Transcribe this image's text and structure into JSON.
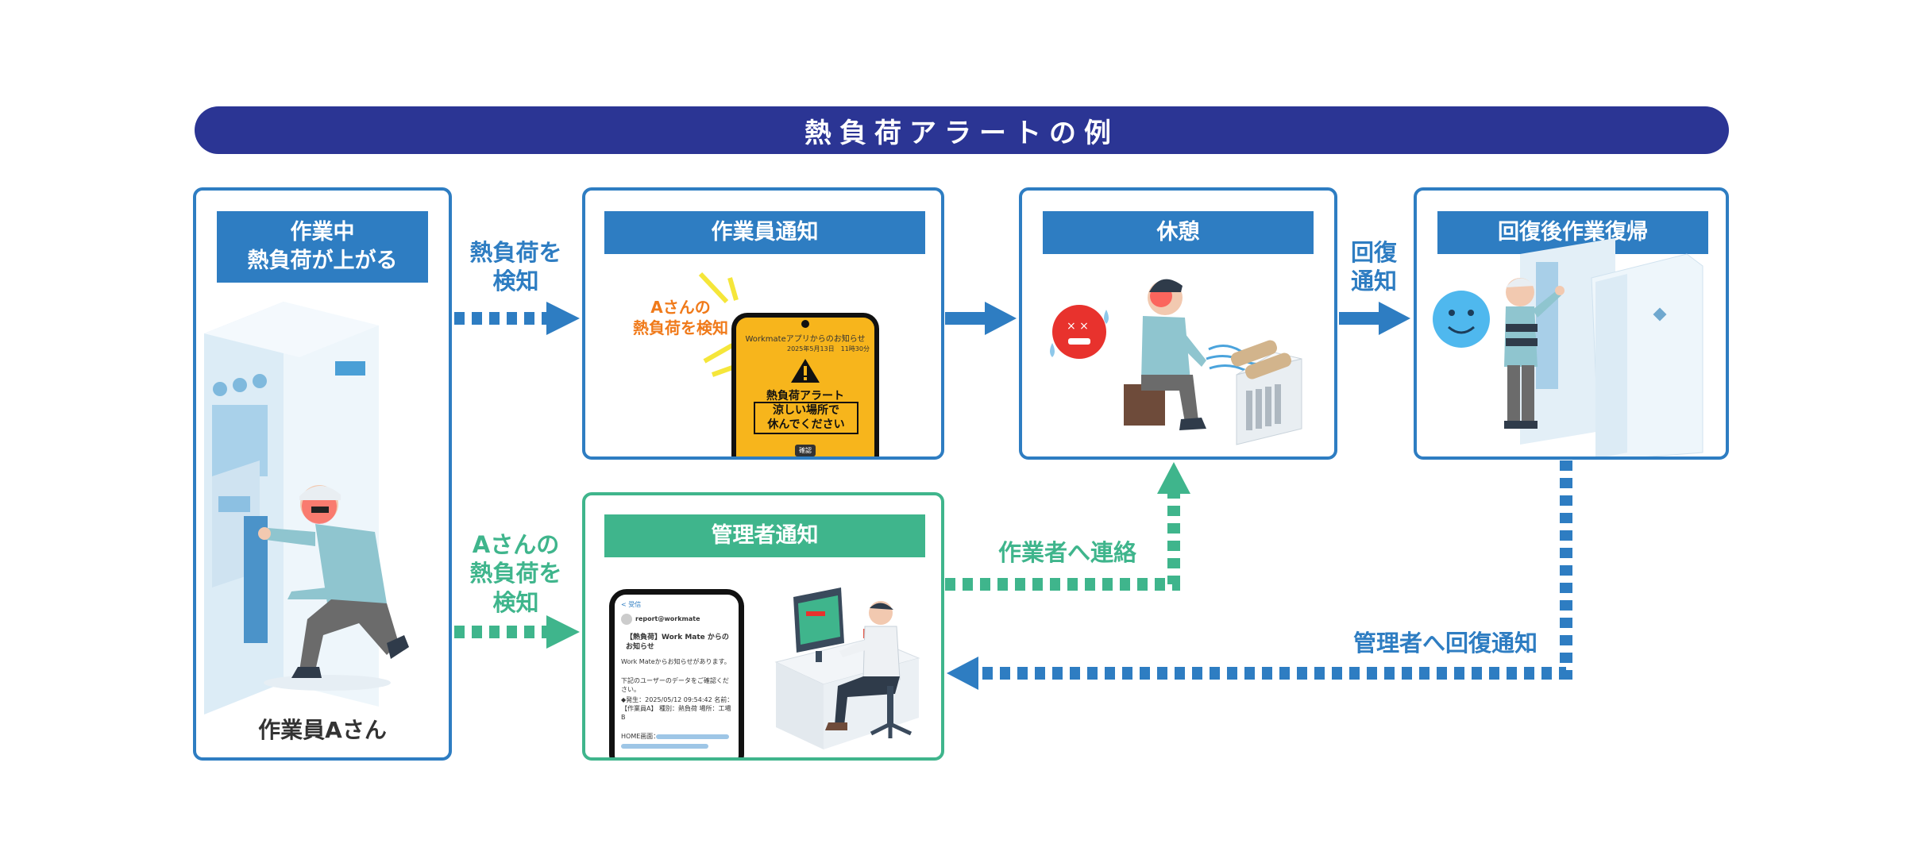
{
  "banner_title": "熱負荷アラートの例",
  "panels": {
    "worker": {
      "title_line1": "作業中",
      "title_line2": "熱負荷が上がる",
      "caption": "作業員Aさん"
    },
    "worker_notify": {
      "title": "作業員通知",
      "callout_line1": "Aさんの",
      "callout_line2": "熱負荷を検知",
      "phone": {
        "header": "Workmateアプリからのお知らせ",
        "timestamp": "2025年5月13日　11時30分",
        "alert_title": "熱負荷アラート",
        "msg_line1": "涼しい場所で",
        "msg_line2": "休んでください",
        "button": "確認"
      }
    },
    "rest": {
      "title": "休憩"
    },
    "recovery": {
      "title": "回復後作業復帰"
    },
    "manager_notify": {
      "title": "管理者通知",
      "email": {
        "back": "< 受信",
        "sender": "report@workmate",
        "subject_line1": "【熱負荷】Work Mate からの",
        "subject_line2": "お知らせ",
        "body1": "Work Mateからお知らせがあります。",
        "body2": "下記のユーザーのデータをご確認ください。",
        "detail": "◆発生：2025/05/12 09:54:42 名前：【作業員A】 種別：熱負荷 場所：工場B",
        "link": "HOME画面："
      }
    }
  },
  "labels": {
    "detect_line1": "熱負荷を",
    "detect_line2": "検知",
    "recover_line1": "回復",
    "recover_line2": "通知",
    "mgr_detect_line1": "Aさんの",
    "mgr_detect_line2": "熱負荷を",
    "mgr_detect_line3": "検知",
    "contact_worker": "作業者へ連絡",
    "recovery_to_manager": "管理者へ回復通知"
  },
  "colors": {
    "banner": "#2b3594",
    "blue": "#2e7dc2",
    "green": "#3fb58c",
    "alert_orange": "#f07a1a",
    "phone_yellow": "#f7b51c",
    "hot_face": "#e8322d",
    "happy_face": "#4fb8ee"
  },
  "icons": [
    "worker-crouching-illustration",
    "phone-alert-icon",
    "warning-triangle-icon",
    "hot-face-icon",
    "happy-face-icon",
    "worker-resting-illustration",
    "spot-cooler-illustration",
    "manager-desk-illustration",
    "server-rack-illustration"
  ]
}
